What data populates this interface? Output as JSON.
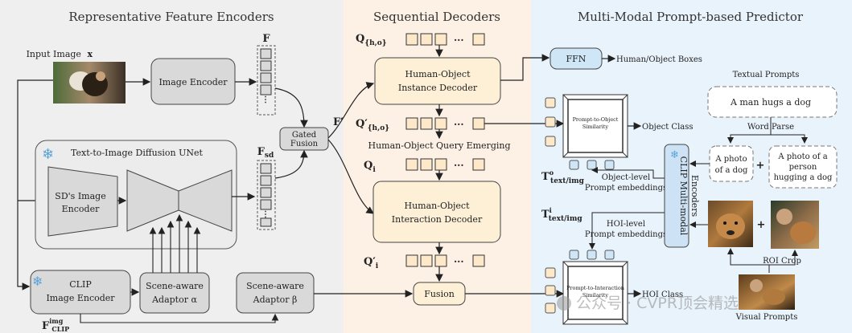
{
  "sections": {
    "encoders_title": "Representative Feature Encoders",
    "decoders_title": "Sequential Decoders",
    "predictor_title": "Multi-Modal Prompt-based Predictor"
  },
  "encoders": {
    "input_image_label": "Input Image",
    "input_image_var": "x",
    "image_encoder": "Image Encoder",
    "feature_F": "F",
    "diffusion_unet": "Text-to-Image Diffusion UNet",
    "sd_encoder_line1": "SD's Image",
    "sd_encoder_line2": "Encoder",
    "feature_Fsd": "F",
    "feature_Fsd_sub": "sd",
    "gated_fusion_line1": "Gated",
    "gated_fusion_line2": "Fusion",
    "feature_Fprime": "F′",
    "clip_line1": "CLIP",
    "clip_line2": "Image Encoder",
    "scene_adaptor_a_line1": "Scene-aware",
    "scene_adaptor_a_line2": "Adaptor α",
    "scene_adaptor_b_line1": "Scene-aware",
    "scene_adaptor_b_line2": "Adaptor β",
    "f_clip": "F",
    "f_clip_sup": "img",
    "f_clip_sub": "CLIP"
  },
  "decoders": {
    "q_ho": "Q",
    "q_ho_sub": "{h,o}",
    "instance_line1": "Human-Object",
    "instance_line2": "Instance Decoder",
    "q_ho_prime": "Q′",
    "q_ho_prime_sub": "{h,o}",
    "emerging": "Human-Object Query Emerging",
    "q_i": "Q",
    "q_i_sub": "i",
    "interaction_line1": "Human-Object",
    "interaction_line2": "Interaction Decoder",
    "q_i_prime": "Q′",
    "q_i_prime_sub": "i",
    "fusion": "Fusion",
    "ellipsis": "···"
  },
  "predictor": {
    "ffn": "FFN",
    "boxes": "Human/Object Boxes",
    "p2o_line1": "Prompt-to-Object",
    "p2o_line2": "Similarity",
    "object_class": "Object Class",
    "t_text_o": "T",
    "t_text_o_sup": "o",
    "t_text_o_sub": "text/img",
    "object_level_line1": "Object-level",
    "object_level_line2": "Prompt embeddings",
    "t_text_i": "T",
    "t_text_i_sup": "i",
    "t_text_i_sub": "text/img",
    "hoi_level_line1": "HOI-level",
    "hoi_level_line2": "Prompt embeddings",
    "p2i_line1": "Prompt-to-Interaction",
    "p2i_line2": "Similarity",
    "hoi_class": "HOI Class",
    "clip_mm_line1": "CLIP Multi-modal",
    "clip_mm_line2": "Encoders",
    "textual_prompts": "Textual Prompts",
    "prompt_main": "A man hugs a dog",
    "word_parse": "Word Parse",
    "prompt_dog_line1": "A photo",
    "prompt_dog_line2": "of a dog",
    "prompt_person_line1": "A photo of a",
    "prompt_person_line2": "person",
    "prompt_person_line3": "hugging a dog",
    "plus": "+",
    "roi_crop": "ROI Crop",
    "visual_prompts": "Visual Prompts"
  },
  "watermark": "公众号 · CVPR顶会精选",
  "colors": {
    "encoders_bg": "#efefef",
    "decoders_bg": "#fdf0e4",
    "predictor_bg": "#e9f3fb",
    "decoder_box": "#fdf0d6",
    "query_cell": "#fde9c9",
    "gray_box": "#d9d9d9",
    "ffn_box": "#cfe6f7",
    "clip_mm_box": "#cde3f5"
  }
}
